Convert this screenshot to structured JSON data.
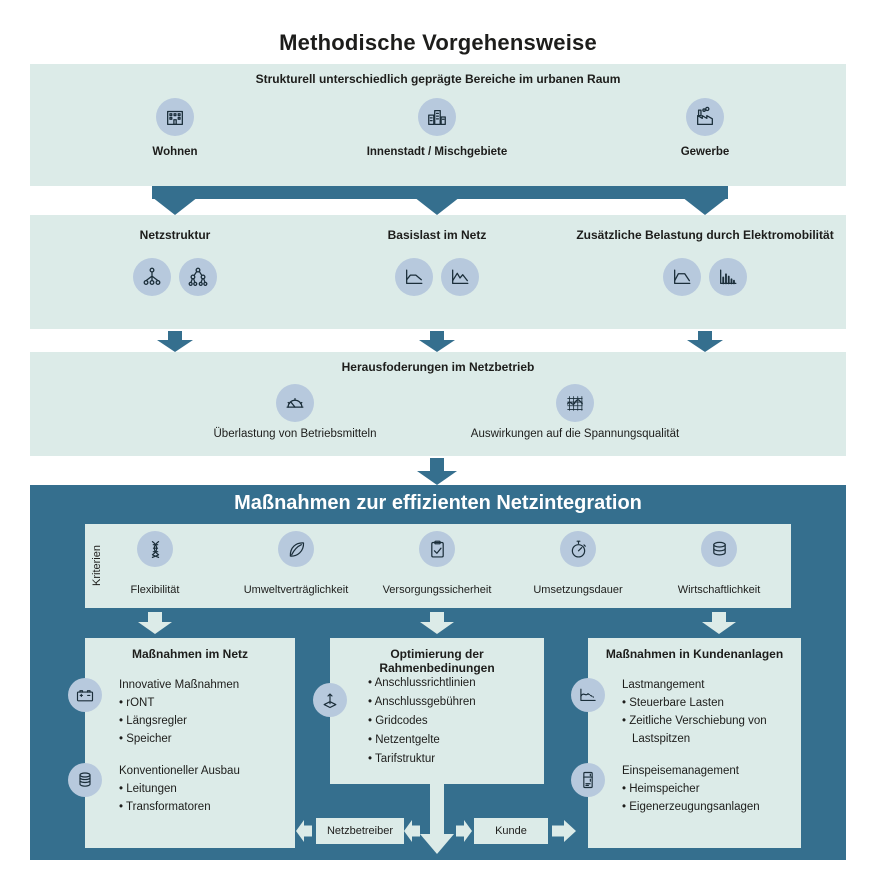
{
  "title": "Methodische Vorgehensweise",
  "colors": {
    "band_bg": "#dcebe8",
    "dark_teal": "#356f8e",
    "icon_circle": "#b7c9dd"
  },
  "urban_areas": {
    "header": "Strukturell unterschiedlich geprägte Bereiche im urbanen Raum",
    "items": [
      {
        "label": "Wohnen",
        "icon": "residential-buildings-icon"
      },
      {
        "label": "Innenstadt / Mischgebiete",
        "icon": "city-center-icon"
      },
      {
        "label": "Gewerbe",
        "icon": "factory-icon"
      }
    ]
  },
  "grid_factors": {
    "columns": [
      {
        "label": "Netzstruktur",
        "icons": [
          "network-tree-icon",
          "network-branch-icon"
        ]
      },
      {
        "label": "Basislast im Netz",
        "icons": [
          "flat-load-curve-icon",
          "peak-load-curve-icon"
        ]
      },
      {
        "label": "Zusätzliche Belastung durch Elektromobilität",
        "icons": [
          "ev-load-curve-icon",
          "load-histogram-icon"
        ]
      }
    ]
  },
  "challenges": {
    "header": "Herausfoderungen im Netzbetrieb",
    "items": [
      {
        "label": "Überlastung von Betriebsmitteln",
        "icon": "gauge-icon"
      },
      {
        "label": "Auswirkungen auf die Spannungsqualität",
        "icon": "voltage-quality-icon"
      }
    ]
  },
  "measures": {
    "title": "Maßnahmen zur effizienten Netzintegration",
    "criteria": {
      "label": "Kriterien",
      "items": [
        {
          "label": "Flexibilität",
          "icon": "dna-icon"
        },
        {
          "label": "Umweltverträglichkeit",
          "icon": "leaf-icon"
        },
        {
          "label": "Versorgungssicherheit",
          "icon": "clipboard-check-icon"
        },
        {
          "label": "Umsetzungsdauer",
          "icon": "stopwatch-icon"
        },
        {
          "label": "Wirtschaftlichkeit",
          "icon": "coins-icon"
        }
      ]
    },
    "grid_box": {
      "title": "Maßnahmen im Netz",
      "groups": [
        {
          "heading": "Innovative Maßnahmen",
          "icon": "battery-icon",
          "items": [
            "rONT",
            "Längsregler",
            "Speicher"
          ]
        },
        {
          "heading": "Konventioneller Ausbau",
          "icon": "transformer-icon",
          "items": [
            "Leitungen",
            "Transformatoren"
          ]
        }
      ]
    },
    "framework_box": {
      "title": "Optimierung der Rahmenbedinungen",
      "icon": "axes-icon",
      "items": [
        "Anschlussrichtlinien",
        "Anschlussgebühren",
        "Gridcodes",
        "Netzentgelte",
        "Tarifstruktur"
      ]
    },
    "customer_box": {
      "title": "Maßnahmen in Kundenanlagen",
      "groups": [
        {
          "heading": "Lastmangement",
          "icon": "load-management-icon",
          "items": [
            "Steuerbare Lasten",
            "Zeitliche Verschiebung von Lastspitzen"
          ]
        },
        {
          "heading": "Einspeisemanagement",
          "icon": "home-storage-icon",
          "items": [
            "Heimspeicher",
            "Eigenerzeugungsanlagen"
          ]
        }
      ]
    },
    "actors": [
      {
        "label": "Netzbetreiber"
      },
      {
        "label": "Kunde"
      }
    ]
  }
}
